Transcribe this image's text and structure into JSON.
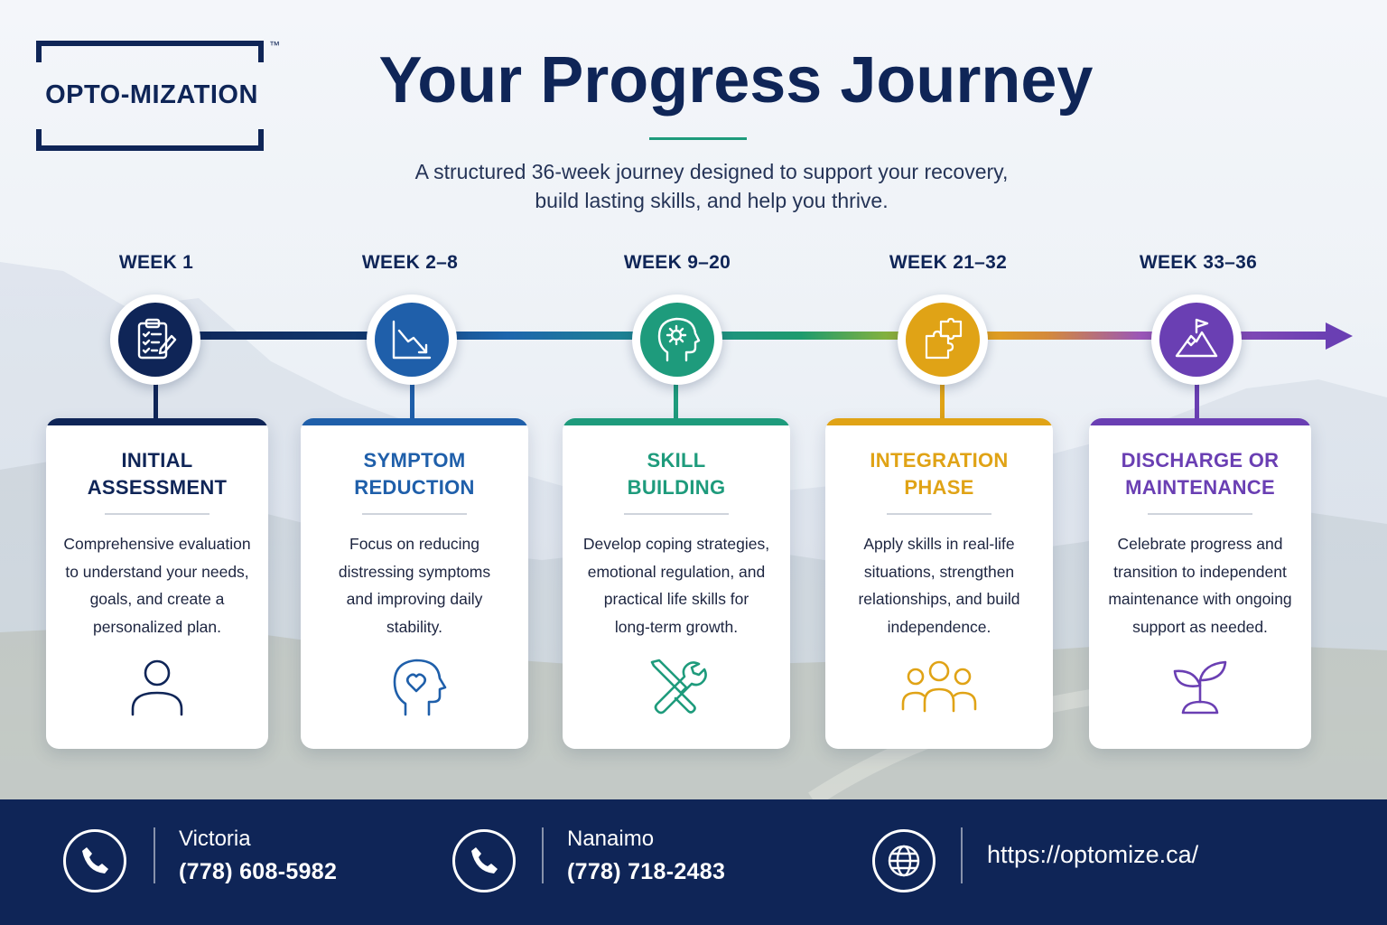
{
  "brand": {
    "logo_text": "OPTO-MIZATION",
    "trademark": "™"
  },
  "header": {
    "title": "Your Progress Journey",
    "subtitle_line1": "A structured 36-week journey designed to support your recovery,",
    "subtitle_line2": "build lasting skills, and help you thrive."
  },
  "colors": {
    "navy": "#0f2557",
    "blue": "#1f5faa",
    "green": "#1e9b7c",
    "gold": "#e0a316",
    "purple": "#6a3fb3"
  },
  "stages": [
    {
      "week": "WEEK 1",
      "title_line1": "INITIAL",
      "title_line2": "ASSESSMENT",
      "desc_lines": [
        "Comprehensive evaluation",
        "to understand your needs,",
        "goals, and create a",
        "personalized plan."
      ],
      "node_icon": "clipboard-checklist-icon",
      "card_icon": "person-icon",
      "color": "#0f2557"
    },
    {
      "week": "WEEK 2–8",
      "title_line1": "SYMPTOM",
      "title_line2": "REDUCTION",
      "desc_lines": [
        "Focus on reducing",
        "distressing symptoms",
        "and improving daily",
        "stability."
      ],
      "node_icon": "downward-trend-chart-icon",
      "card_icon": "head-heart-icon",
      "color": "#1f5faa"
    },
    {
      "week": "WEEK 9–20",
      "title_line1": "SKILL",
      "title_line2": "BUILDING",
      "desc_lines": [
        "Develop coping strategies,",
        "emotional regulation, and",
        "practical life skills for",
        "long-term growth."
      ],
      "node_icon": "head-gear-icon",
      "card_icon": "tools-icon",
      "color": "#1e9b7c"
    },
    {
      "week": "WEEK 21–32",
      "title_line1": "INTEGRATION",
      "title_line2": "PHASE",
      "desc_lines": [
        "Apply skills in real-life",
        "situations, strengthen",
        "relationships, and build",
        "independence."
      ],
      "node_icon": "puzzle-pieces-icon",
      "card_icon": "group-icon",
      "color": "#e0a316"
    },
    {
      "week": "WEEK 33–36",
      "title_line1": "DISCHARGE OR",
      "title_line2": "MAINTENANCE",
      "desc_lines": [
        "Celebrate progress and",
        "transition to independent",
        "maintenance with ongoing",
        "support as needed."
      ],
      "node_icon": "mountain-flag-icon",
      "card_icon": "sprout-icon",
      "color": "#6a3fb3"
    }
  ],
  "footer": {
    "victoria": {
      "city": "Victoria",
      "phone": "(778) 608-5982",
      "icon": "phone-icon"
    },
    "nanaimo": {
      "city": "Nanaimo",
      "phone": "(778) 718-2483",
      "icon": "phone-icon"
    },
    "website": {
      "url": "https://optomize.ca/",
      "icon": "globe-icon"
    }
  }
}
